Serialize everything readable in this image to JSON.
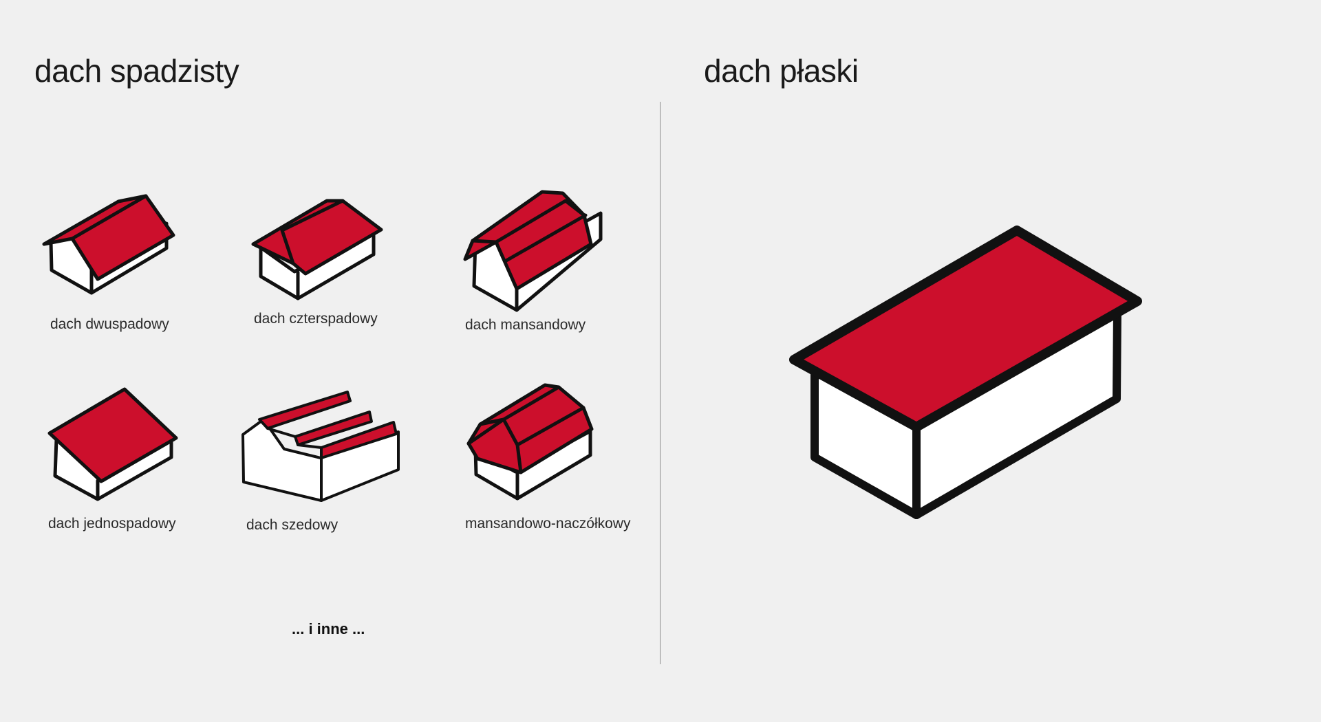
{
  "sections": {
    "left_title": "dach spadzisty",
    "right_title": "dach płaski"
  },
  "roofs": [
    {
      "label": "dach dwuspadowy",
      "icon": "gable-roof-icon"
    },
    {
      "label": "dach czterspadowy",
      "icon": "hip-roof-icon"
    },
    {
      "label": "dach mansandowy",
      "icon": "mansard-roof-icon"
    },
    {
      "label": "dach jednospadowy",
      "icon": "shed-roof-icon"
    },
    {
      "label": "dach szedowy",
      "icon": "sawtooth-roof-icon"
    },
    {
      "label": "mansandowo-naczółkowy",
      "icon": "mansard-half-hip-roof-icon"
    }
  ],
  "more_text": "... i inne ...",
  "flat_roof_icon": "flat-roof-icon",
  "colors": {
    "background": "#f0f0f0",
    "roof": "#cc0f2c",
    "wall": "#ffffff",
    "outline": "#111111",
    "divider": "#8c8c8c"
  }
}
